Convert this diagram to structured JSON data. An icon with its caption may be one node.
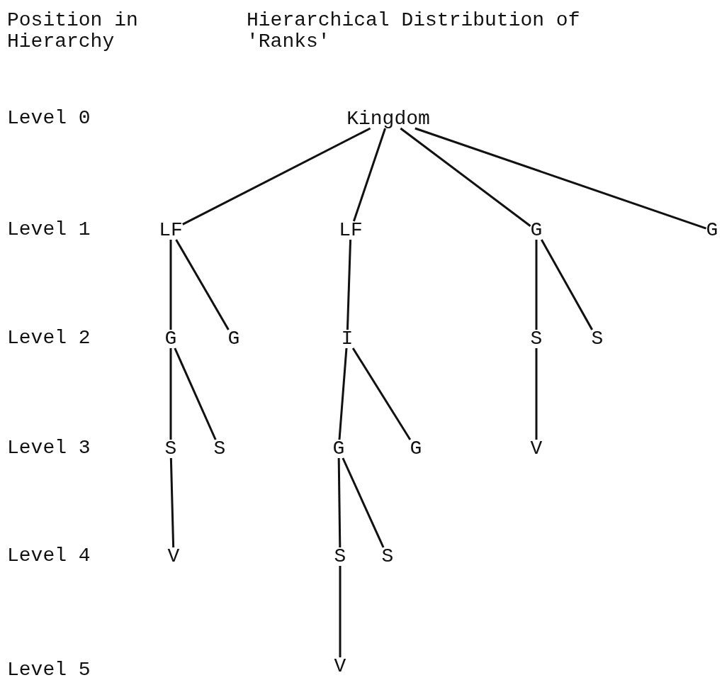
{
  "diagram": {
    "nodes": [
      {
        "text": [
          "Kingdom"
        ]
      },
      {
        "text": [
          "LF"
        ]
      },
      {
        "text": [
          "LF"
        ]
      },
      {
        "text": [
          "G"
        ]
      },
      {
        "text": [
          "G"
        ]
      },
      {
        "text": [
          "G"
        ]
      },
      {
        "text": [
          "G"
        ]
      },
      {
        "text": [
          "I"
        ]
      },
      {
        "text": [
          "S"
        ]
      },
      {
        "text": [
          "S"
        ]
      },
      {
        "text": [
          "S"
        ]
      },
      {
        "text": [
          "S"
        ]
      },
      {
        "text": [
          "G"
        ]
      },
      {
        "text": [
          "G"
        ]
      },
      {
        "text": [
          "V"
        ]
      },
      {
        "text": [
          "V"
        ]
      },
      {
        "text": [
          "S"
        ]
      },
      {
        "text": [
          "S"
        ]
      },
      {
        "text": [
          "V"
        ]
      }
    ],
    "edges": [
      {
        "from": 0,
        "to": 1,
        "arrow": "none"
      },
      {
        "from": 0,
        "to": 2,
        "arrow": "none"
      },
      {
        "from": 0,
        "to": 3,
        "arrow": "none"
      },
      {
        "from": 0,
        "to": 4,
        "arrow": "none"
      },
      {
        "from": 1,
        "to": 5,
        "arrow": "none"
      },
      {
        "from": 1,
        "to": 6,
        "arrow": "none"
      },
      {
        "from": 2,
        "to": 7,
        "arrow": "none"
      },
      {
        "from": 3,
        "to": 8,
        "arrow": "none"
      },
      {
        "from": 3,
        "to": 9,
        "arrow": "none"
      },
      {
        "from": 5,
        "to": 10,
        "arrow": "none"
      },
      {
        "from": 5,
        "to": 11,
        "arrow": "none"
      },
      {
        "from": 7,
        "to": 12,
        "arrow": "none"
      },
      {
        "from": 7,
        "to": 13,
        "arrow": "none"
      },
      {
        "from": 8,
        "to": 14,
        "arrow": "none"
      },
      {
        "from": 10,
        "to": 15,
        "arrow": "none"
      },
      {
        "from": 12,
        "to": 16,
        "arrow": "none"
      },
      {
        "from": 12,
        "to": 17,
        "arrow": "none"
      },
      {
        "from": 16,
        "to": 18,
        "arrow": "none"
      }
    ],
    "labels": [
      "Position in Hierarchy",
      "Hierarchical Distribution of 'Ranks'",
      "Level 0",
      "Level 1",
      "Level 2",
      "Level 3",
      "Level 4",
      "Level 5"
    ]
  }
}
